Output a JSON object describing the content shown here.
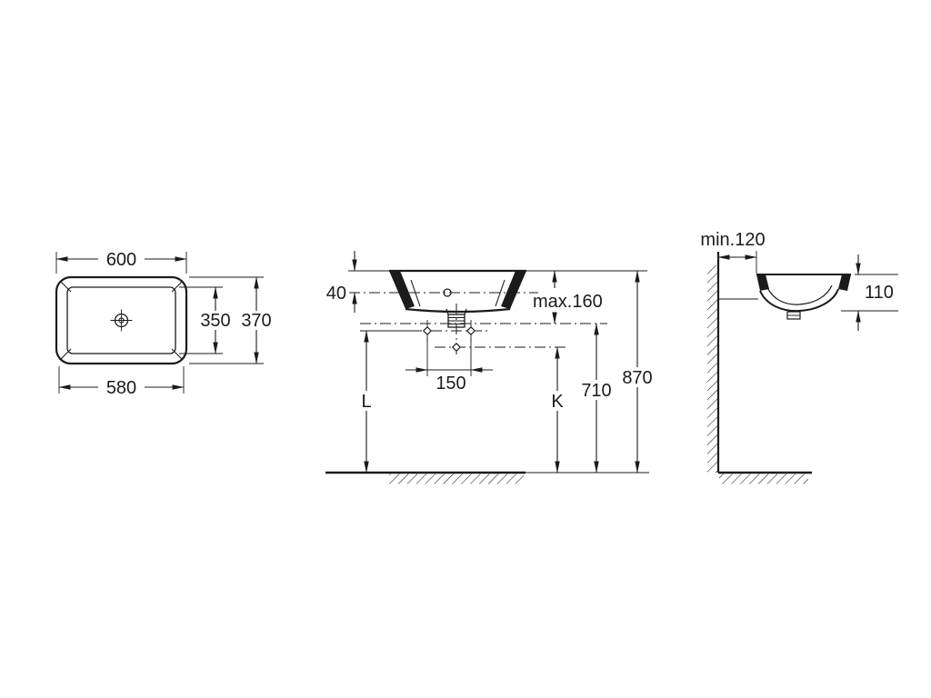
{
  "colors": {
    "background": "#ffffff",
    "line": "#1b1b1b"
  },
  "top_view": {
    "width": "600",
    "depth_inner": "350",
    "depth": "370",
    "width_bottom": "580"
  },
  "front_view": {
    "rim_to_overflow": "40",
    "max_to_drain": "max.160",
    "hole_spacing": "150",
    "height_L": "L",
    "height_K": "K",
    "height_710": "710",
    "height_870": "870"
  },
  "side_view": {
    "min_wall_distance": "min.120",
    "basin_height": "110"
  }
}
